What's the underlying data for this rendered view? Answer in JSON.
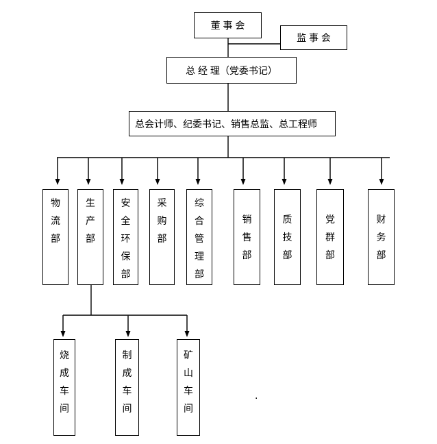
{
  "org_chart": {
    "board": {
      "label": "董 事 会"
    },
    "supervisory_board": {
      "label": "监 事 会"
    },
    "general_manager": {
      "label": "总 经 理（党委书记）"
    },
    "executives": {
      "label": "总会计师、纪委书记、销售总监、总工程师"
    },
    "departments": [
      {
        "label": "物流部"
      },
      {
        "label": "生产部"
      },
      {
        "label": "安全环保部"
      },
      {
        "label": "采购部"
      },
      {
        "label": "综合管理部"
      },
      {
        "label": "销售部"
      },
      {
        "label": "质技部"
      },
      {
        "label": "党群部"
      },
      {
        "label": "财务部"
      }
    ],
    "workshops": [
      {
        "label": "烧成车间"
      },
      {
        "label": "制成车间"
      },
      {
        "label": "矿山车间"
      }
    ],
    "stray_mark": "."
  },
  "colors": {
    "background": "#ffffff",
    "line": "#000000",
    "text": "#000000"
  }
}
